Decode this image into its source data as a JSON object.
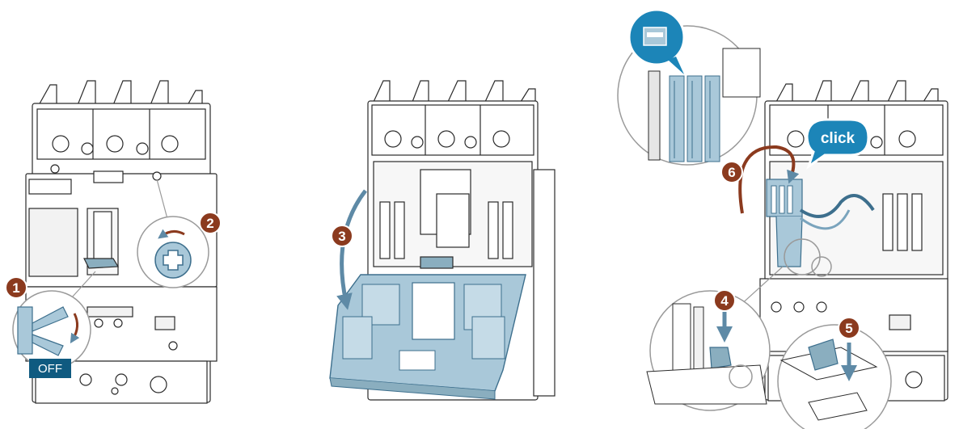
{
  "steps": [
    {
      "number": "1"
    },
    {
      "number": "2"
    },
    {
      "number": "3"
    },
    {
      "number": "4"
    },
    {
      "number": "5"
    },
    {
      "number": "6"
    }
  ],
  "labels": {
    "off": "OFF",
    "click": "click"
  },
  "colors": {
    "step_badge": "#8b3a1e",
    "accent_blue": "#a9c8d9",
    "blue_stroke": "#3d6f8d",
    "off_badge": "#0f5a80",
    "click_bubble": "#1c85b8",
    "line": "#2a2a2a",
    "detail_circle": "#9a9a9a"
  }
}
